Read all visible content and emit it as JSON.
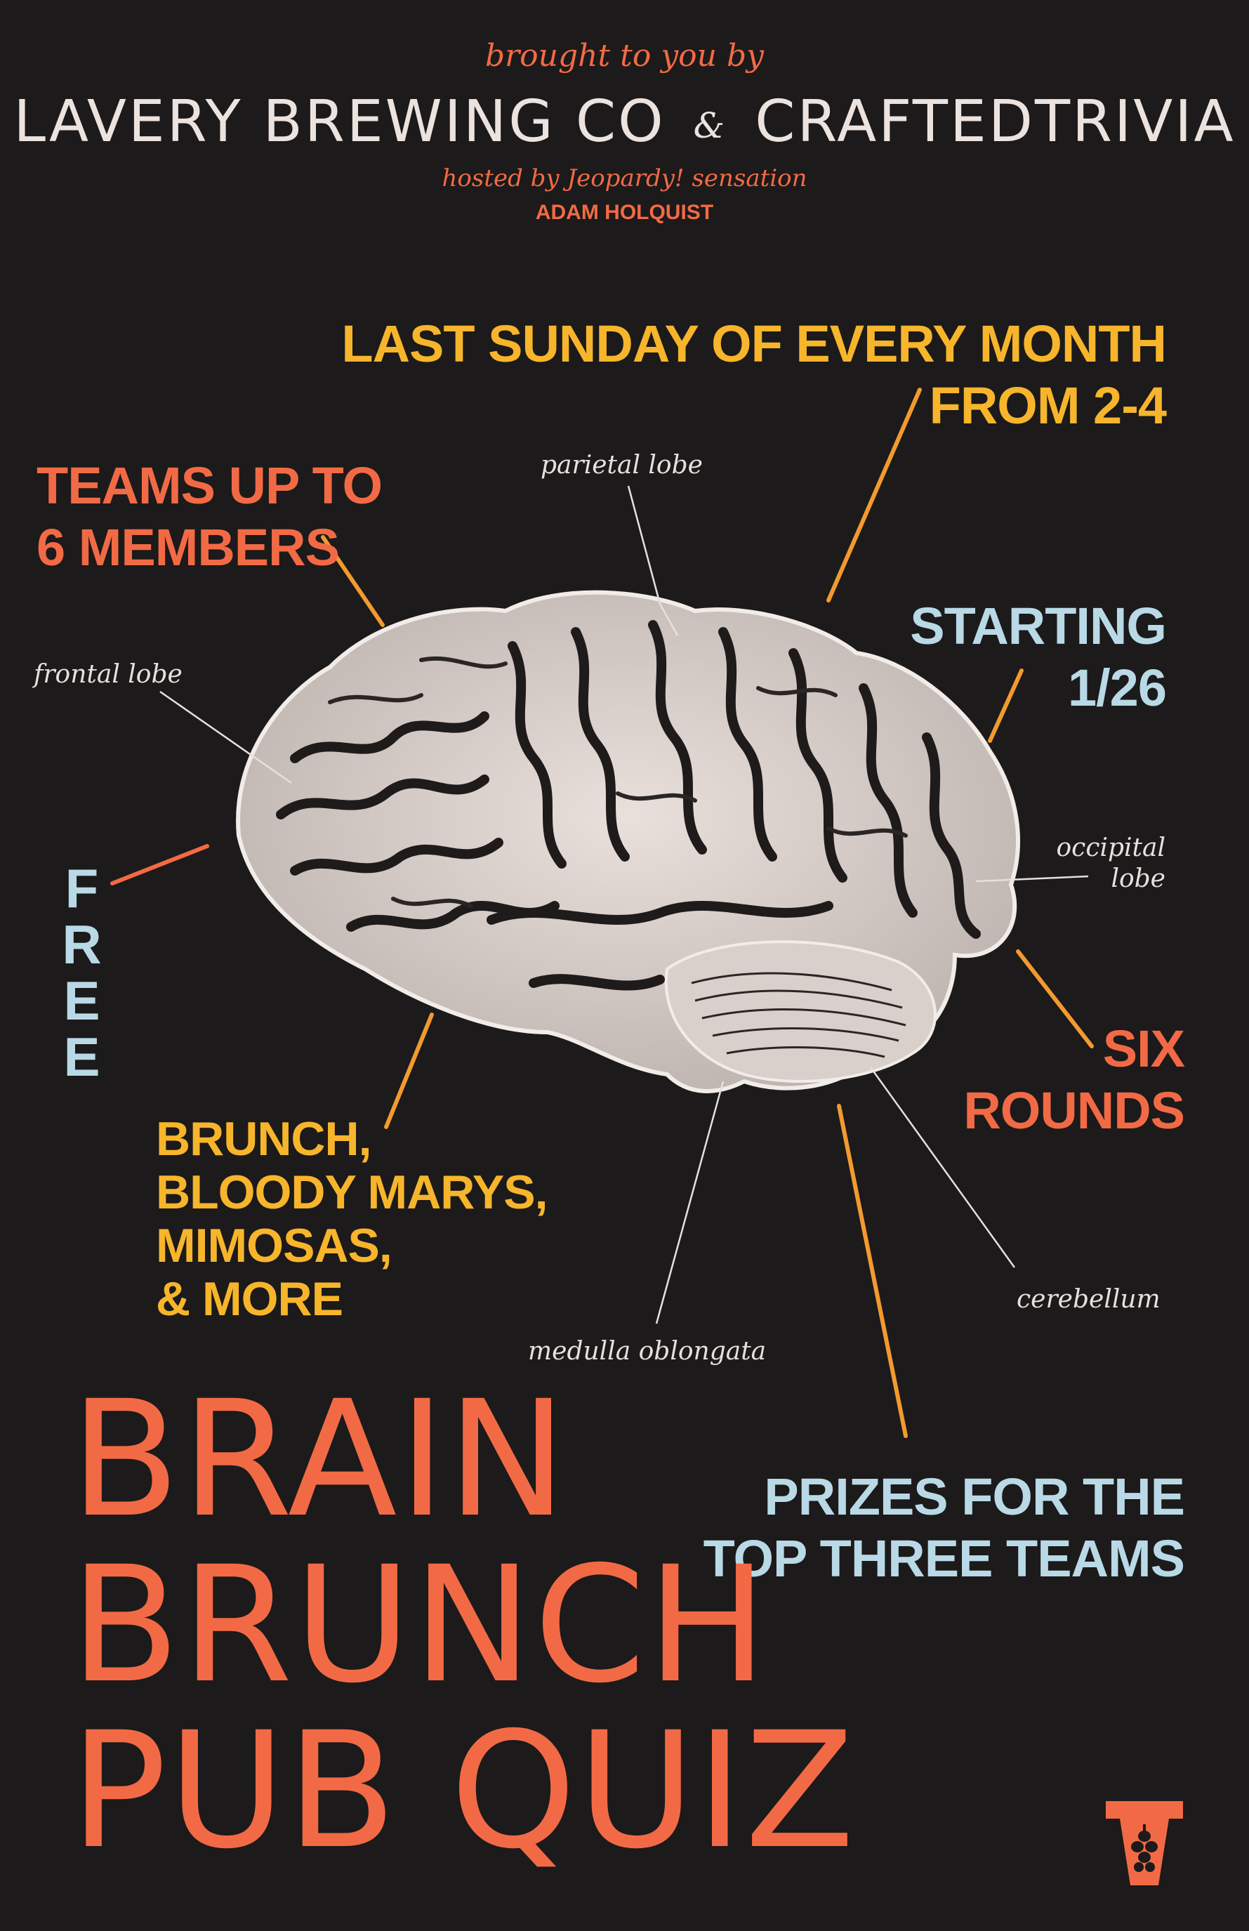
{
  "colors": {
    "background": "#1c1a1a",
    "coral": "#f26a45",
    "orange": "#f29a30",
    "yellow": "#f7b52c",
    "light_blue": "#b9d9e6",
    "cream": "#ece3df"
  },
  "header": {
    "brought_by": "brought to you by",
    "sponsor_left": "LAVERY BREWING CO",
    "ampersand": "&",
    "sponsor_right": "CRAFTEDTRIVIA",
    "hosted_by": "hosted by Jeopardy! sensation",
    "host_name": "ADAM HOLQUIST"
  },
  "callouts": {
    "sunday_line1": "LAST SUNDAY OF EVERY MONTH",
    "sunday_line2": "FROM 2-4",
    "teams_line1": "TEAMS UP TO",
    "teams_line2": "6 MEMBERS",
    "starting_line1": "STARTING",
    "starting_line2": "1/26",
    "free": "FREE",
    "six_line1": "SIX",
    "six_line2": "ROUNDS",
    "brunch_line1": "BRUNCH,",
    "brunch_line2": "BLOODY MARYS,",
    "brunch_line3": "MIMOSAS,",
    "brunch_line4": "& MORE",
    "prizes_line1": "PRIZES FOR THE",
    "prizes_line2": "TOP THREE TEAMS"
  },
  "brain_labels": {
    "parietal": "parietal lobe",
    "frontal": "frontal lobe",
    "occipital": "occipital lobe",
    "cerebellum": "cerebellum",
    "medulla": "medulla oblongata"
  },
  "title": {
    "line1": "BRAIN",
    "line2": "BRUNCH",
    "line3": "PUB QUIZ"
  },
  "icons": {
    "brain": "brain-illustration",
    "logo": "keystone-hop-logo"
  }
}
